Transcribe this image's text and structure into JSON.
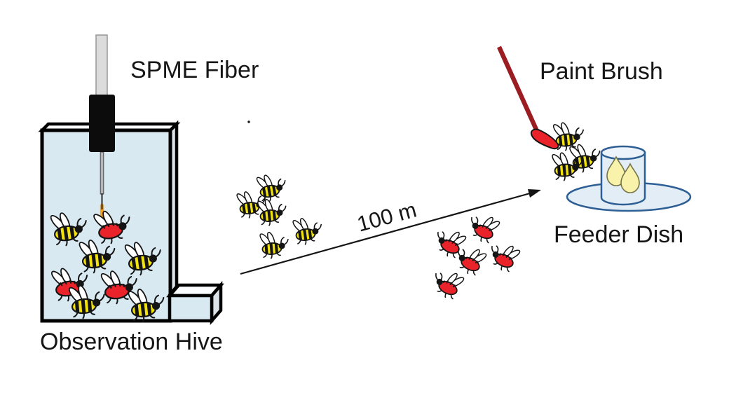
{
  "labels": {
    "spme_fiber": "SPME Fiber",
    "paint_brush": "Paint Brush",
    "feeder_dish": "Feeder Dish",
    "observation_hive": "Observation Hive"
  },
  "arrow": {
    "label": "100 m"
  },
  "colors": {
    "bee_yellow": "#f2e30e",
    "marked_red": "#ea232b",
    "hive_fill": "#d9e9f1",
    "hive_top_fill": "#fbfcfd",
    "hive_side_fill": "#dde5ea",
    "brush_handle": "#9b1d22",
    "dish_fill": "#e2edf6",
    "dish_outline": "#2e5f94",
    "syrup_yellow": "#f8f2ab",
    "syrup_outline": "#76754a",
    "fiber_tip_orange": "#f7a21c",
    "outline_black": "#141414"
  },
  "bees": {
    "hive_group": {
      "yellow": 5,
      "red": 3
    },
    "outbound_group": {
      "yellow": 5
    },
    "returning_group": {
      "red": 5
    },
    "feeder_group": {
      "yellow": 3
    }
  }
}
